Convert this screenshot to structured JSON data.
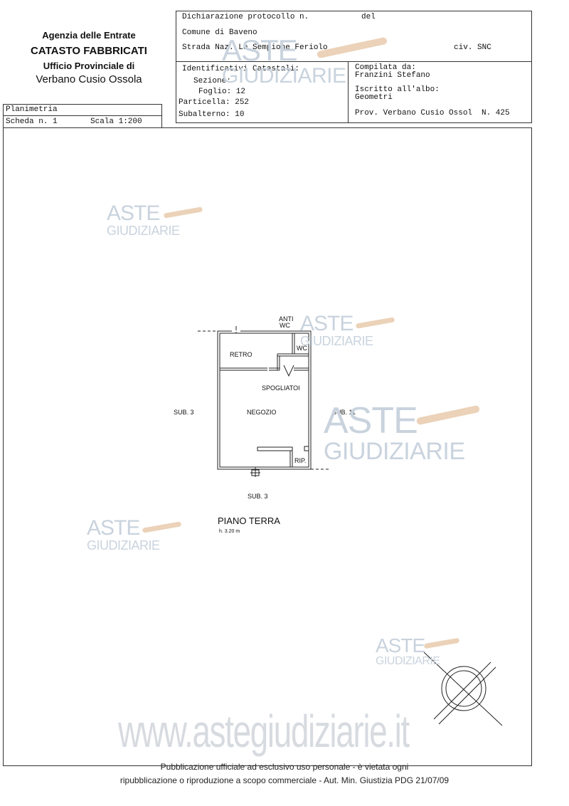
{
  "header": {
    "agency_line1": "Agenzia delle Entrate",
    "agency_line2": "CATASTO FABBRICATI",
    "agency_line3": "Ufficio Provinciale di",
    "agency_line4": "Verbano Cusio Ossola"
  },
  "declaration": {
    "protocol_label": "Dichiarazione protocollo n.",
    "del_label": "del",
    "comune": "Comune di Baveno",
    "street": "Strada Naz. Le Sempione Feriolo",
    "civ": "civ. SNC"
  },
  "identifiers": {
    "title": "Identificativi Catastali:",
    "sezione": "Sezione:",
    "foglio": "Foglio: 12",
    "particella": "Particella: 252",
    "subalterno": "Subalterno: 10"
  },
  "compiler": {
    "compiled_by_label": "Compilata da:",
    "name": "Franzini Stefano",
    "register_label": "Iscritto all'albo:",
    "register": "Geometri",
    "province": "Prov. Verbano Cusio Ossol",
    "number": "N. 425"
  },
  "sheet": {
    "type": "Planimetria",
    "scheda": "Scheda n. 1",
    "scala": "Scala 1:200"
  },
  "plan": {
    "rooms": {
      "anti_wc_1": "ANTI",
      "anti_wc_2": "WC",
      "wc": "WC",
      "retro": "RETRO",
      "spogliatoi": "SPOGLIATOI",
      "negozio": "NEGOZIO",
      "rip": "RIP."
    },
    "neighbors": {
      "left": "SUB. 3",
      "right": "SUB. 11",
      "bottom": "SUB. 3"
    },
    "floor": "PIANO TERRA",
    "height": "h. 3.20 m"
  },
  "watermark": {
    "brand_top": "ASTE",
    "brand_bottom": "GIUDIZIARIE",
    "url": "www.astegiudiziarie.it"
  },
  "footer": {
    "line1": "Pubblicazione ufficiale ad esclusivo uso personale - è vietata ogni",
    "line2": "ripubblicazione o riproduzione a scopo commerciale - Aut. Min. Giustizia PDG 21/07/09"
  },
  "colors": {
    "watermark": "#c9d3de",
    "gavel": "#e6c7a6"
  }
}
